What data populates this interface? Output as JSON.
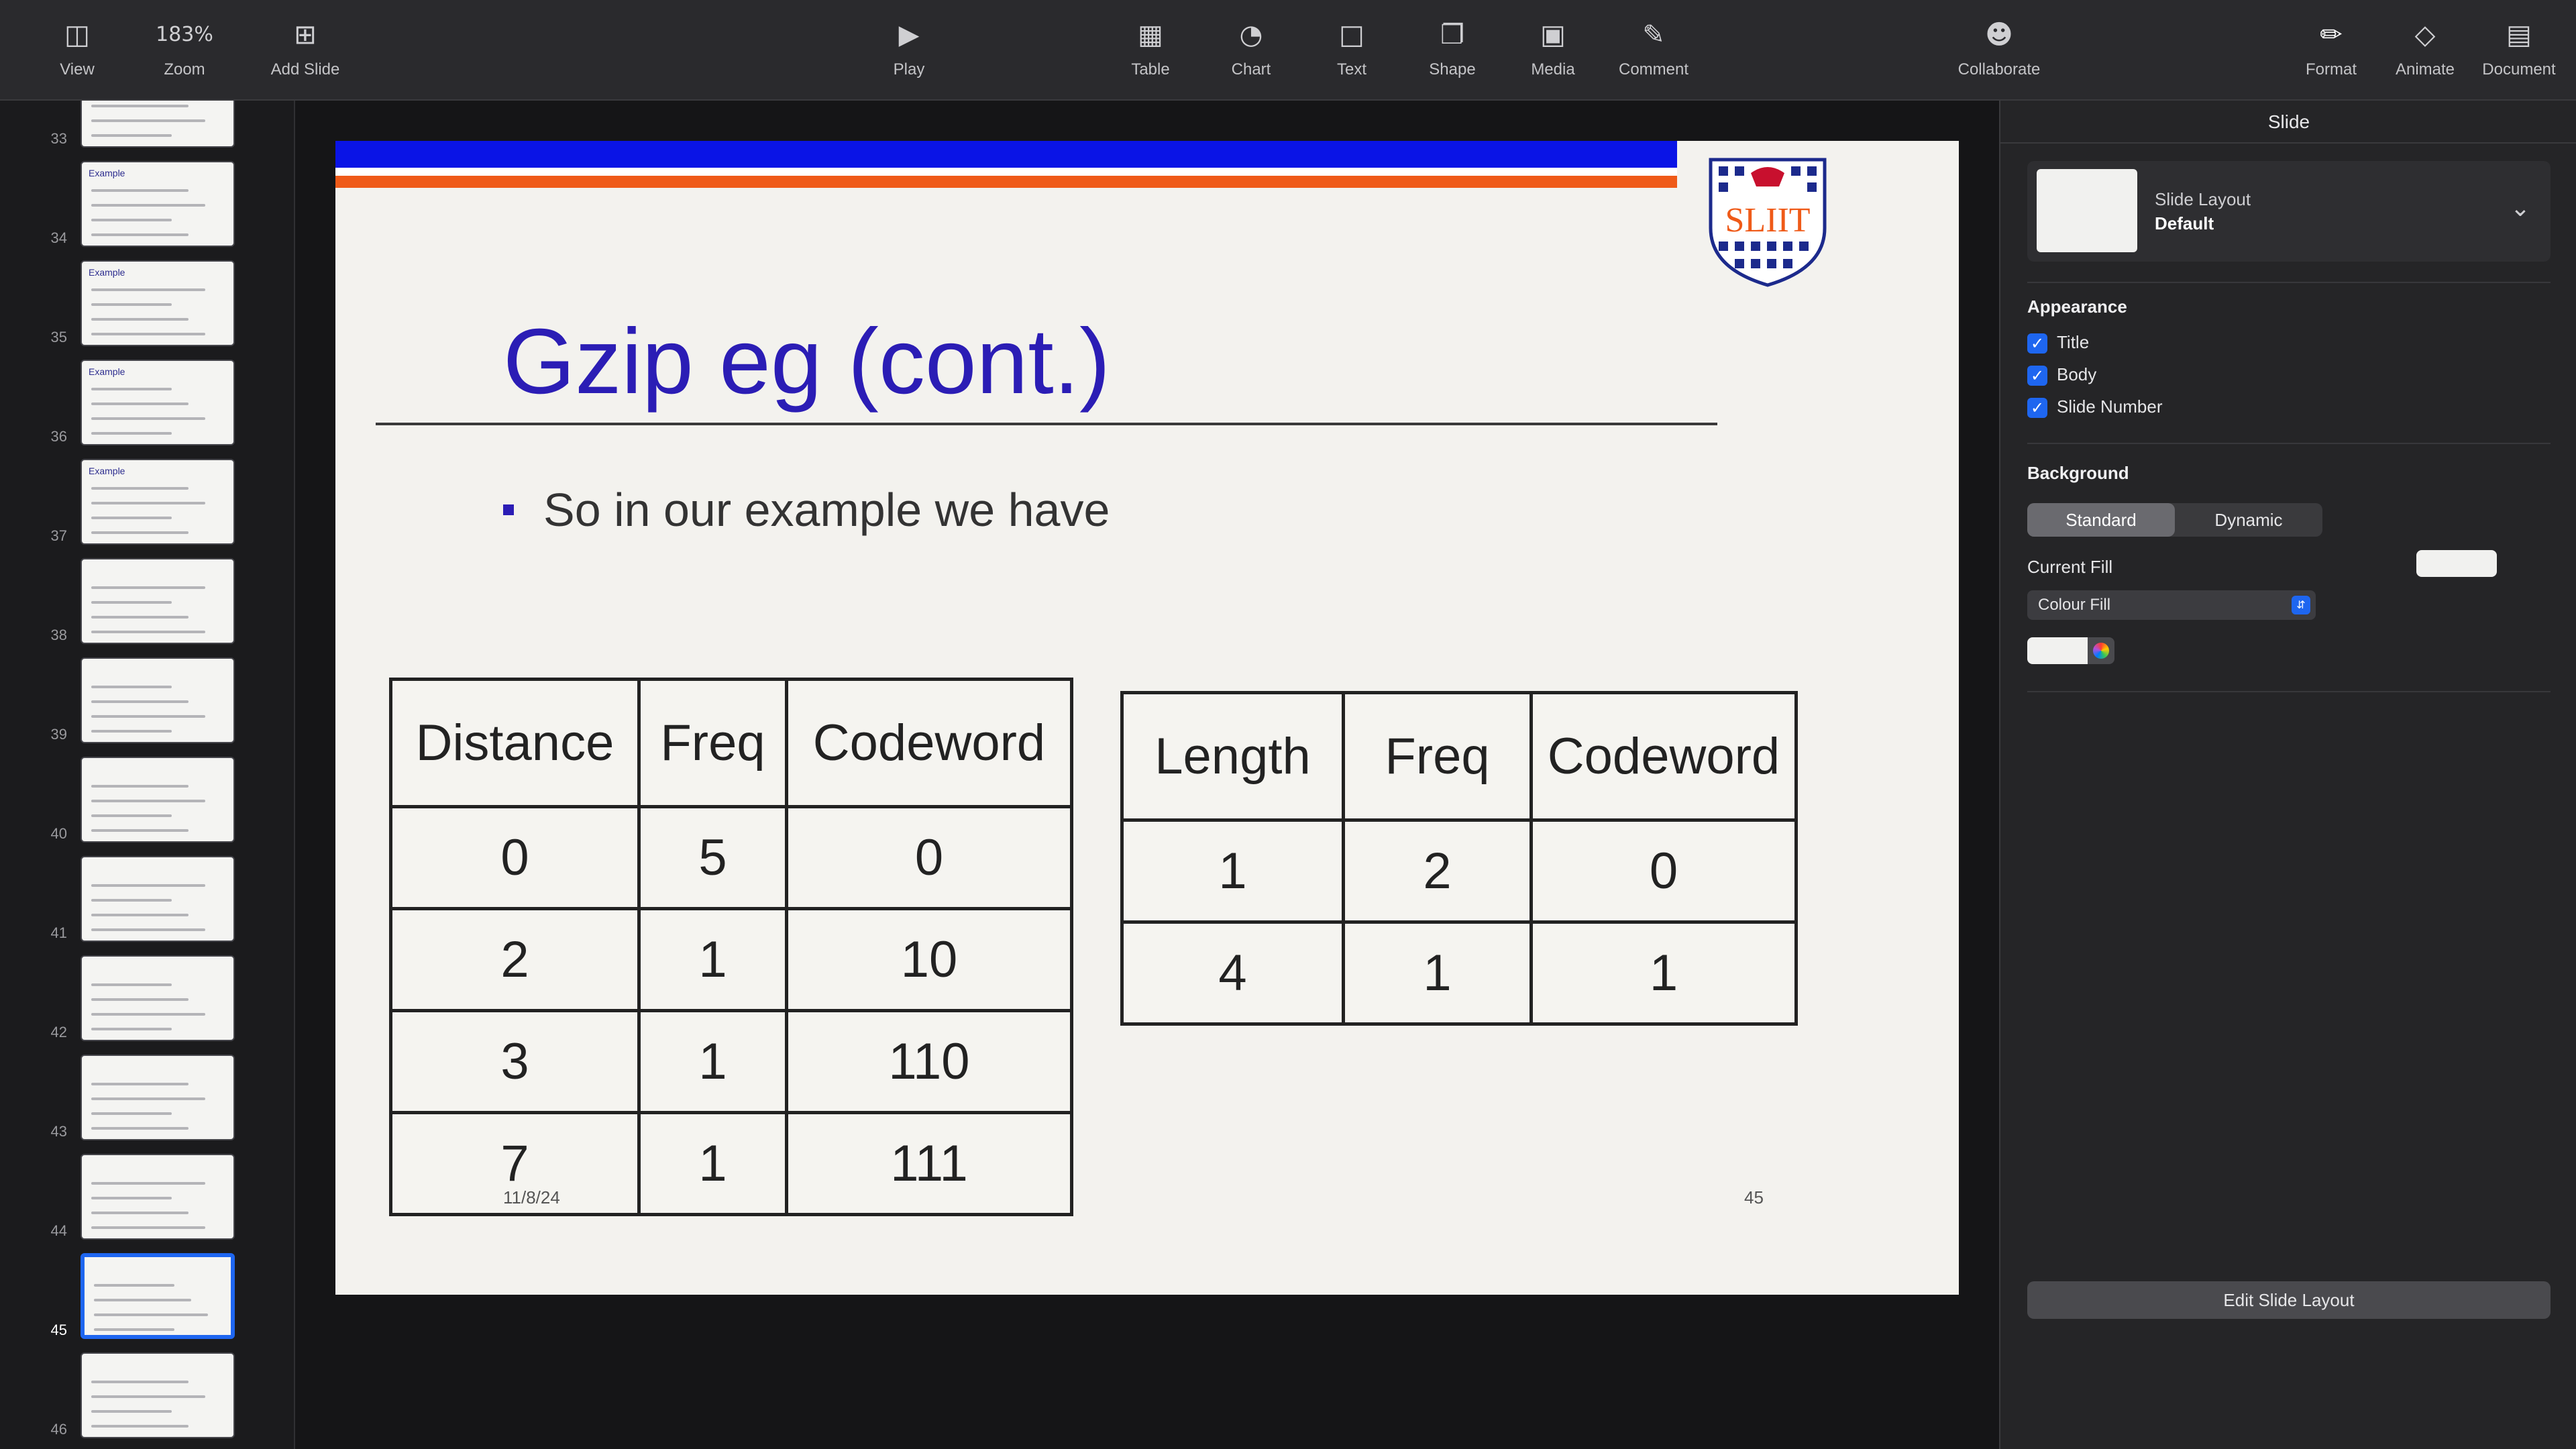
{
  "toolbar": {
    "view_label": "View",
    "zoom_value": "183%",
    "zoom_label": "Zoom",
    "add_slide_label": "Add Slide",
    "play_label": "Play",
    "table_label": "Table",
    "chart_label": "Chart",
    "text_label": "Text",
    "shape_label": "Shape",
    "media_label": "Media",
    "comment_label": "Comment",
    "collaborate_label": "Collaborate",
    "format_label": "Format",
    "animate_label": "Animate",
    "document_label": "Document"
  },
  "navigator": {
    "selected": "45",
    "slides": [
      {
        "number": "33",
        "title": ""
      },
      {
        "number": "34",
        "title": "Example"
      },
      {
        "number": "35",
        "title": "Example"
      },
      {
        "number": "36",
        "title": "Example"
      },
      {
        "number": "37",
        "title": "Example"
      },
      {
        "number": "38",
        "title": ""
      },
      {
        "number": "39",
        "title": ""
      },
      {
        "number": "40",
        "title": ""
      },
      {
        "number": "41",
        "title": ""
      },
      {
        "number": "42",
        "title": ""
      },
      {
        "number": "43",
        "title": ""
      },
      {
        "number": "44",
        "title": ""
      },
      {
        "number": "45",
        "title": ""
      },
      {
        "number": "46",
        "title": ""
      }
    ]
  },
  "slide": {
    "title": "Gzip eg (cont.)",
    "bullet": "So in our example we have",
    "distance_table": {
      "headers": [
        "Distance",
        "Freq",
        "Codeword"
      ],
      "rows": [
        [
          "0",
          "5",
          "0"
        ],
        [
          "2",
          "1",
          "10"
        ],
        [
          "3",
          "1",
          "110"
        ],
        [
          "7",
          "1",
          "111"
        ]
      ]
    },
    "length_table": {
      "headers": [
        "Length",
        "Freq",
        "Codeword"
      ],
      "rows": [
        [
          "1",
          "2",
          "0"
        ],
        [
          "4",
          "1",
          "1"
        ]
      ]
    },
    "date": "11/8/24",
    "page_number": "45",
    "logo_text": "SLIIT"
  },
  "inspector": {
    "header": "Slide",
    "layout_label": "Slide Layout",
    "layout_value": "Default",
    "appearance_title": "Appearance",
    "check_title": "Title",
    "check_body": "Body",
    "check_slide_number": "Slide Number",
    "background_title": "Background",
    "seg_standard": "Standard",
    "seg_dynamic": "Dynamic",
    "current_fill_label": "Current Fill",
    "fill_type": "Colour Fill",
    "edit_layout_label": "Edit Slide Layout"
  },
  "colors": {
    "title_color": "#2b1db5",
    "banner_blue": "#0a14e6",
    "banner_orange": "#ef5a18",
    "accent": "#1e66f0"
  }
}
